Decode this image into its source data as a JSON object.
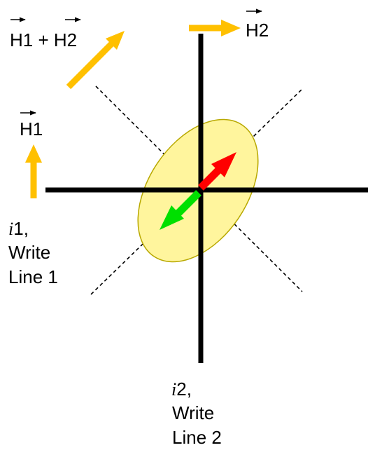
{
  "labels": {
    "h1_plus_h2": "H1 + H2",
    "h2": "H2",
    "h1": "H1",
    "i1_var": "i",
    "i1_num": "1,",
    "write1": "Write",
    "line1": "Line 1",
    "i2_var": "i",
    "i2_num": "2,",
    "write2": "Write",
    "line2": "Line 2"
  },
  "colors": {
    "field_arrow": "#ffc000",
    "ellipse_fill": "#fff59d",
    "ellipse_stroke": "#b8a800",
    "red_arrow": "#ff0000",
    "green_arrow": "#00e000",
    "axis": "#000000"
  },
  "icons": {
    "vector_overbar": "right-arrow-overbar"
  }
}
